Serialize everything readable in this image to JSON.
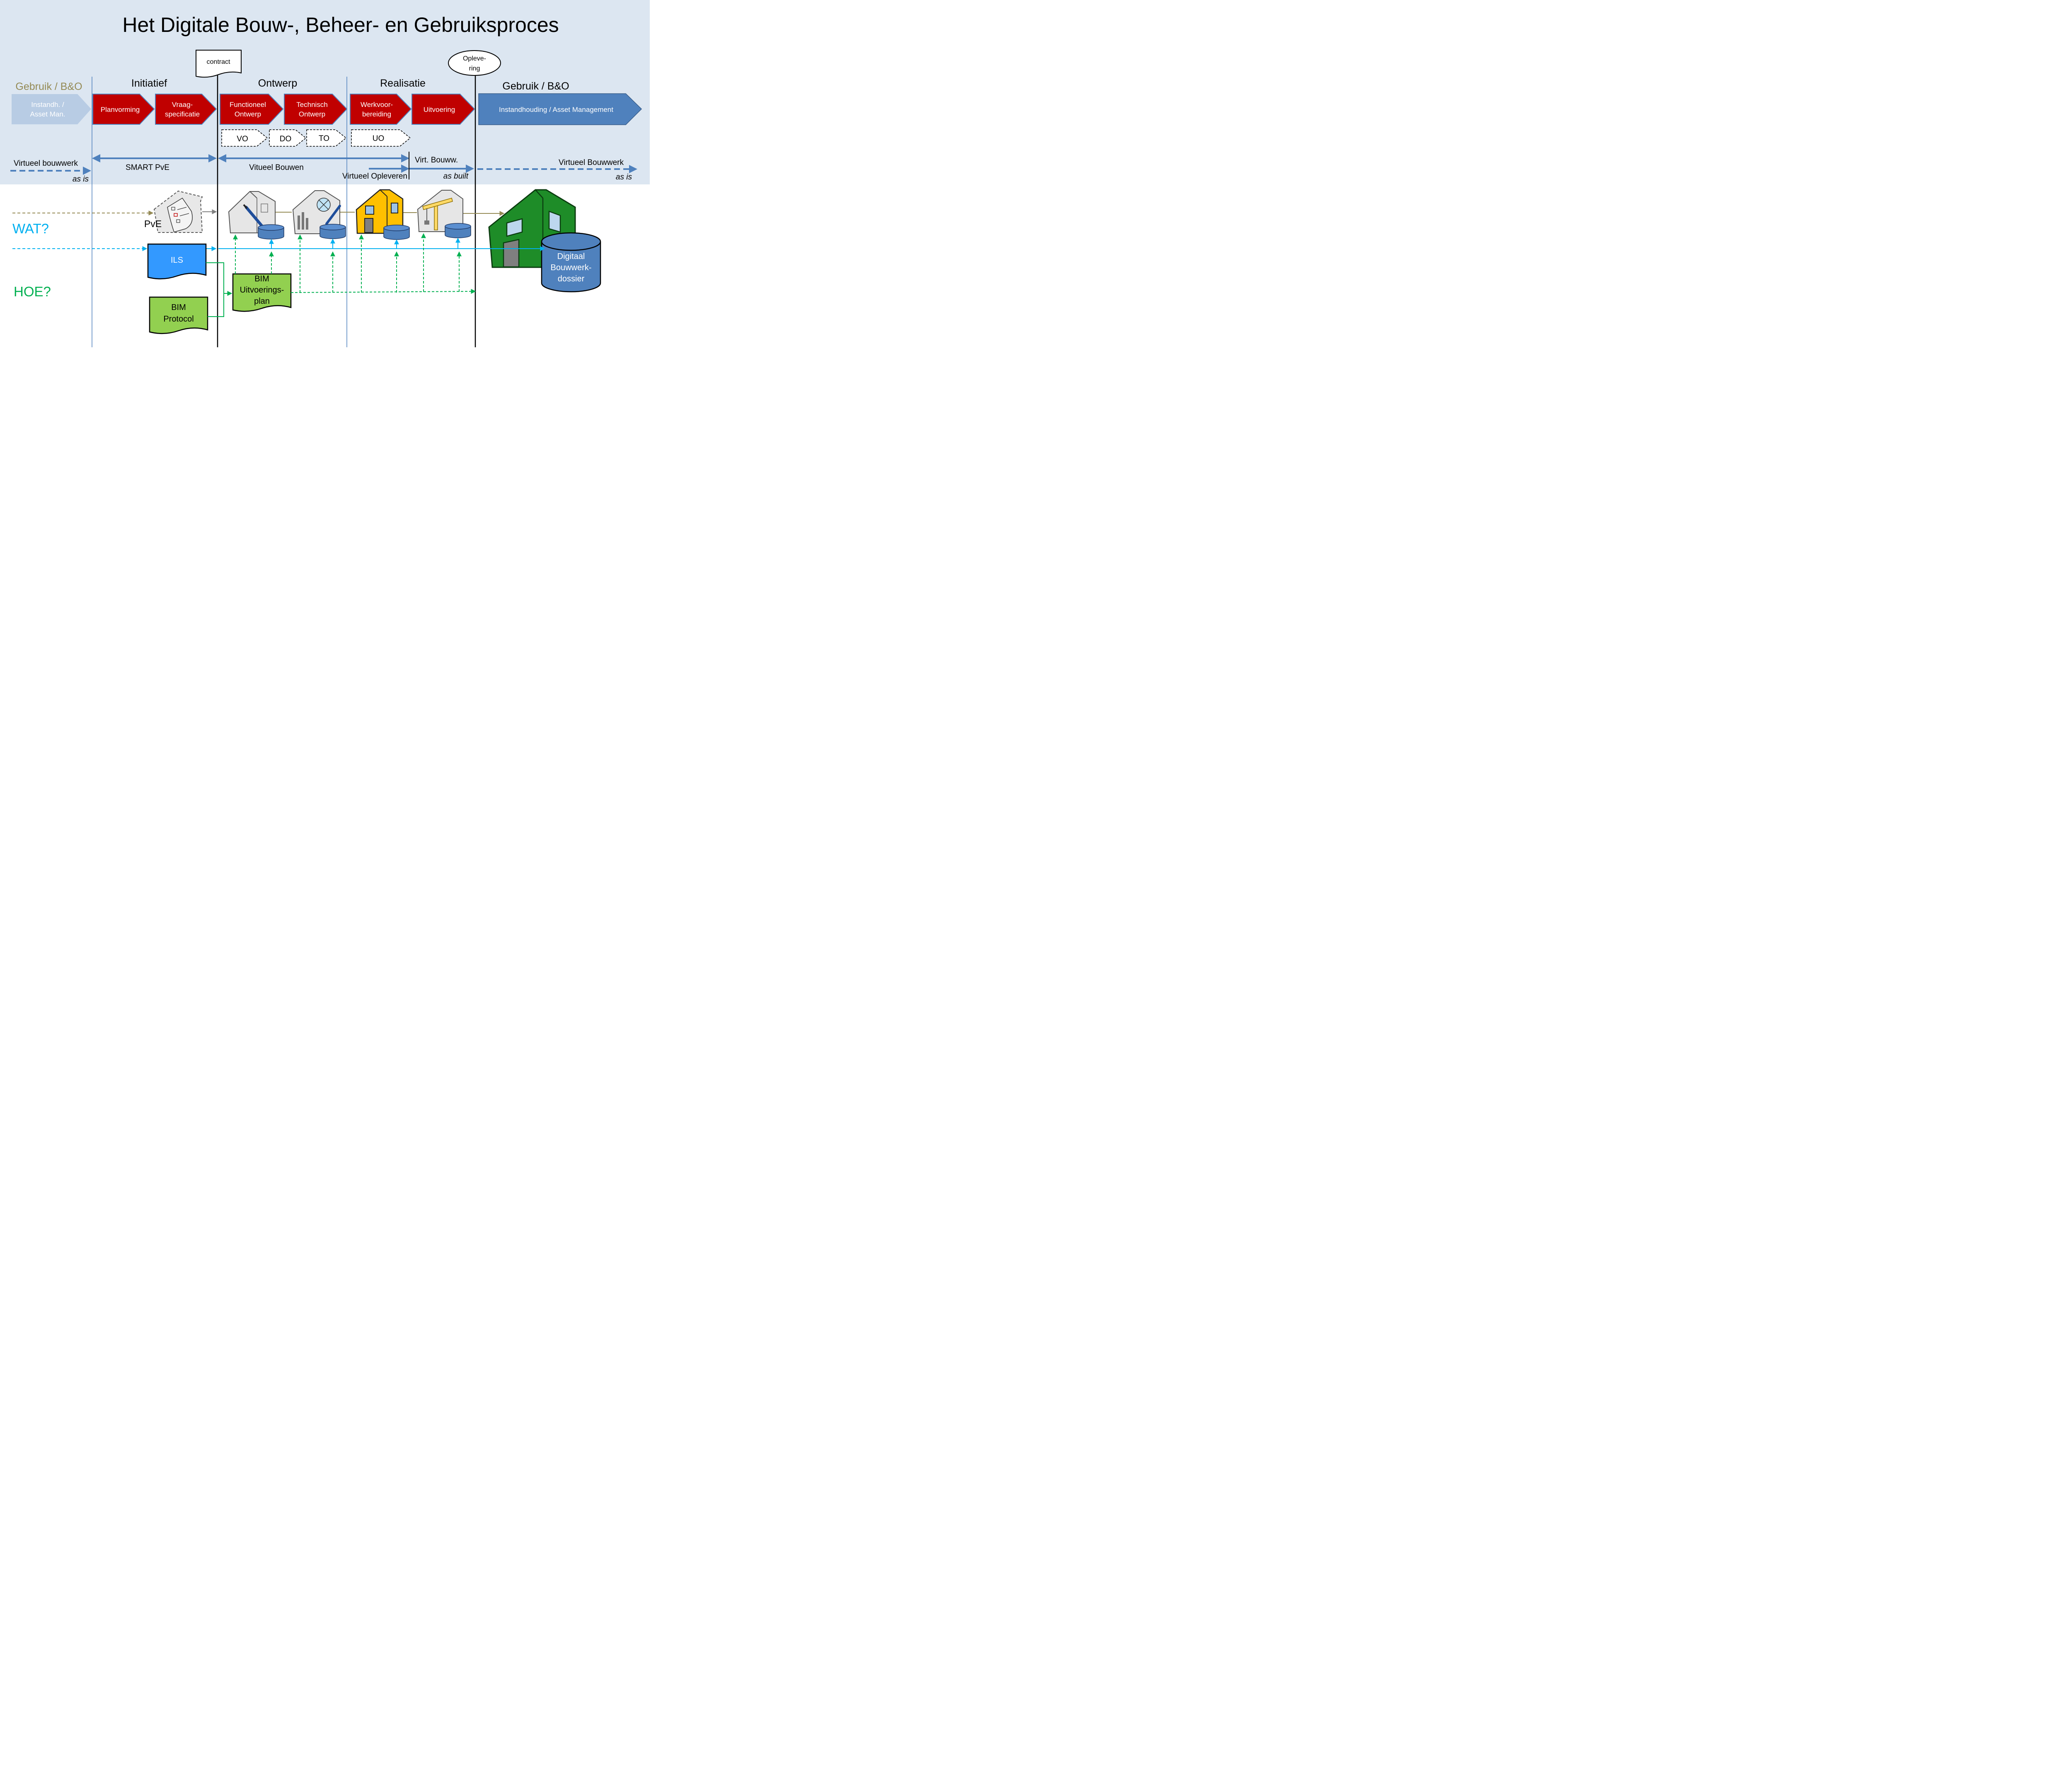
{
  "title": "Het Digitale Bouw-, Beheer- en Gebruiksproces",
  "milestones": {
    "contract": "contract",
    "oplevering": [
      "Opleve-",
      "ring"
    ]
  },
  "phases": {
    "gebruik_left": "Gebruik / B&O",
    "initiatief": "Initiatief",
    "ontwerp": "Ontwerp",
    "realisatie": "Realisatie",
    "gebruik_right": "Gebruik / B&O"
  },
  "process_steps": [
    {
      "lines": [
        "Instandh. /",
        "Asset Man."
      ]
    },
    {
      "lines": [
        "Planvorming"
      ]
    },
    {
      "lines": [
        "Vraag-",
        "specificatie"
      ]
    },
    {
      "lines": [
        "Functioneel",
        "Ontwerp"
      ]
    },
    {
      "lines": [
        "Technisch",
        "Ontwerp"
      ]
    },
    {
      "lines": [
        "Werkvoor-",
        "bereiding"
      ]
    },
    {
      "lines": [
        "Uitvoering"
      ]
    },
    {
      "lines": [
        "Instandhouding / Asset Management"
      ]
    }
  ],
  "sub_steps": [
    "VO",
    "DO",
    "TO",
    "UO"
  ],
  "timeline": {
    "virtueel_bouwwerk": "Virtueel bouwwerk",
    "as_is_left": "as is",
    "smart_pve": "SMART PvE",
    "vitueel_bouwen": "Vitueel Bouwen",
    "virtueel_opleveren": "Virtueel Opleveren",
    "virt_bouww": "Virt. Bouww.",
    "as_built": "as built",
    "virtueel_bouwwerk_right": "Virtueel Bouwwerk",
    "as_is_right": "as is"
  },
  "rows": {
    "wat": "WAT?",
    "hoe": "HOE?"
  },
  "pve_label": "PvE",
  "documents": {
    "ils": "ILS",
    "bim_uitvoeringsplan": [
      "BIM",
      "Uitvoerings-",
      "plan"
    ],
    "bim_protocol": [
      "BIM",
      "Protocol"
    ],
    "digitaal_dossier": [
      "Digitaal",
      "Bouwwerk-",
      "dossier"
    ]
  },
  "colors": {
    "top_band": "#dce6f1",
    "red_step": "#c00000",
    "blue_step": "#4f81bd",
    "light_step": "#b8cce4",
    "olive_text": "#948a54",
    "cyan": "#00b0f0",
    "green": "#00b050",
    "ils_blue": "#3399ff",
    "bim_green": "#92d050",
    "house_yellow": "#ffc000",
    "house_green": "#1e8c28"
  }
}
